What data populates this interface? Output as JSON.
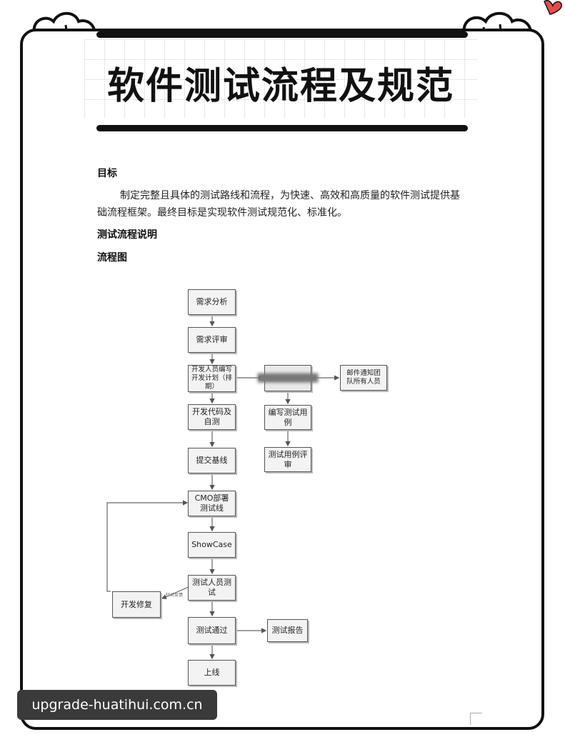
{
  "title": "软件测试流程及规范",
  "sections": {
    "goal_heading": "目标",
    "goal_text": "制定完整且具体的测试路线和流程，为快速、高效和高质量的软件测试提供基础流程框架。最终目标是实现软件测试规范化、标准化。",
    "process_heading": "测试流程说明",
    "chart_heading": "流程图"
  },
  "flowchart": {
    "nodes": {
      "req_analysis": "需求分析",
      "req_review": "需求评审",
      "dev_plan": "开发人员编写开发计划（排期）",
      "blurred": "██████████",
      "notify": "邮件通知团队所有人员",
      "dev_code": "开发代码及自测",
      "write_cases": "编写测试用例",
      "case_review": "测试用例评审",
      "submit": "提交基线",
      "cmo_deploy": "CMO部署测试线",
      "showcase": "ShowCase",
      "tester_test": "测试人员测试",
      "dev_fix": "开发修复",
      "test_pass": "测试通过",
      "test_report": "测试报告",
      "release": "上线"
    },
    "edge_label": "针对反馈"
  },
  "watermark": "upgrade-huatihui.com.cn"
}
